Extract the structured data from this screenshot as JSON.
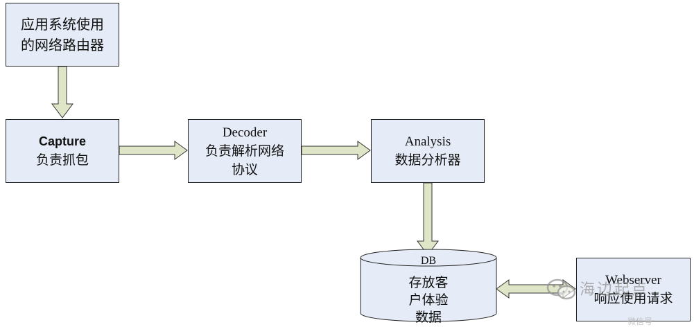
{
  "nodes": {
    "router": {
      "line1": "应用系统使用",
      "line2": "的网络路由器"
    },
    "capture": {
      "title": "Capture",
      "desc": "负责抓包"
    },
    "decoder": {
      "title": "Decoder",
      "desc1": "负责解析网络",
      "desc2": "协议"
    },
    "analysis": {
      "title": "Analysis",
      "desc": "数据分析器"
    },
    "db": {
      "title": "DB",
      "line1": "存放客",
      "line2": "户体验",
      "line3": "数据"
    },
    "webserver": {
      "title": "Webserver",
      "desc": "响应使用请求"
    }
  },
  "watermark": {
    "text": "海边起点",
    "sub": "微信号"
  },
  "colors": {
    "box_fill": "#e6ecf7",
    "arrow_fill": "#dfe6c8",
    "border": "#222222"
  }
}
